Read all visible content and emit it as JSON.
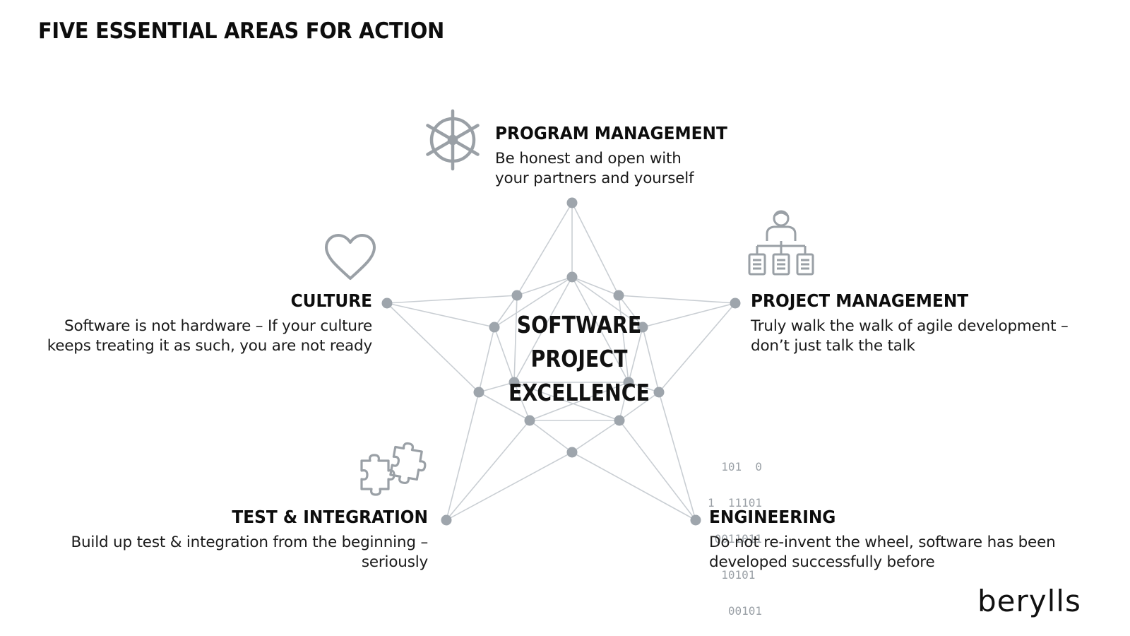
{
  "title": "FIVE ESSENTIAL AREAS FOR ACTION",
  "center": {
    "lines": [
      "SOFTWARE",
      "PROJECT",
      "EXCELLENCE"
    ]
  },
  "areas": {
    "program": {
      "title": "PROGRAM MANAGEMENT",
      "lines": [
        "Be honest and open with",
        "your partners and yourself"
      ],
      "icon": "ships-wheel-icon"
    },
    "project": {
      "title": "PROJECT MANAGEMENT",
      "lines": [
        "Truly walk the walk of agile development –",
        "don’t just talk the talk"
      ],
      "icon": "org-chart-person-icon"
    },
    "culture": {
      "title": "CULTURE",
      "lines": [
        "Software is not hardware – If your culture",
        "keeps treating it as such, you are not ready"
      ],
      "icon": "heart-icon"
    },
    "test": {
      "title": "TEST & INTEGRATION",
      "lines": [
        "Build up test & integration from the beginning –",
        "seriously"
      ],
      "icon": "puzzle-icon"
    },
    "engineering": {
      "title": "ENGINEERING",
      "lines": [
        "Do not re-invent the wheel, software has been",
        "developed successfully before"
      ],
      "icon": "binary-code-icon",
      "binary_lines": [
        "  101  0",
        "1  11101",
        " 0011011",
        "  10101",
        "   00101"
      ]
    }
  },
  "logo": "berylls",
  "colors": {
    "network_line": "#c9ced3",
    "node": "#9ea5ac",
    "icon": "#9aa0a6",
    "text": "#111111"
  }
}
